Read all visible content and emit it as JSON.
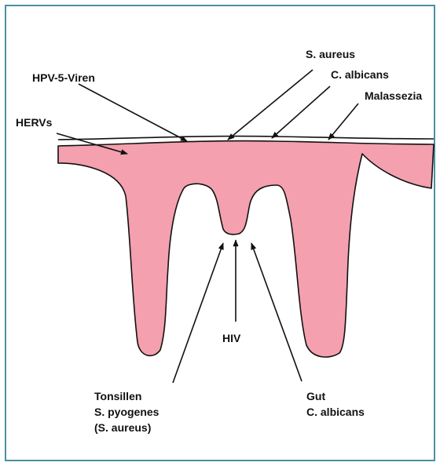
{
  "labels": {
    "s_aureus": "S. aureus",
    "c_albicans": "C. albicans",
    "malassezia": "Malassezia",
    "hpv": "HPV-5-Viren",
    "hervs": "HERVs",
    "hiv": "HIV",
    "tonsillen": [
      "Tonsillen",
      "S. pyogenes",
      "(S. aureus)"
    ],
    "gut": [
      "Gut",
      "C. albicans"
    ]
  },
  "colors": {
    "tissue_fill": "#f4a0ae",
    "stroke": "#111111",
    "frame": "#4a90a4"
  }
}
